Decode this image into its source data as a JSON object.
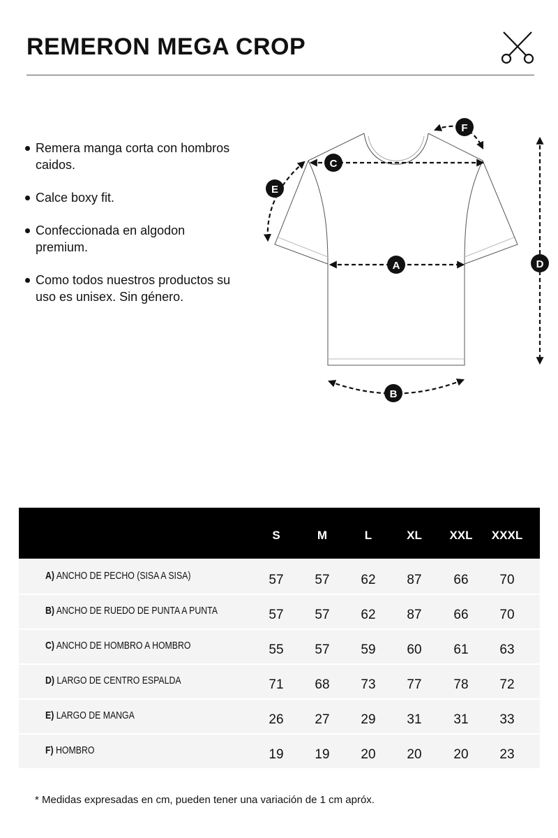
{
  "title": "REMERON MEGA CROP",
  "features": [
    "Remera manga corta con hombros caidos.",
    "Calce boxy fit.",
    "Confeccionada en algodon premium.",
    "Como todos nuestros productos su uso es unisex. Sin género."
  ],
  "diagram_labels": {
    "a": "A",
    "b": "B",
    "c": "C",
    "d": "D",
    "e": "E",
    "f": "F"
  },
  "table": {
    "sizes": [
      "S",
      "M",
      "L",
      "XL",
      "XXL",
      "XXXL"
    ],
    "rows": [
      {
        "key": "A)",
        "label": "ANCHO DE PECHO (SISA A SISA)",
        "values": [
          "57",
          "57",
          "62",
          "87",
          "66",
          "70"
        ]
      },
      {
        "key": "B)",
        "label": "ANCHO DE RUEDO DE PUNTA A PUNTA",
        "values": [
          "57",
          "57",
          "62",
          "87",
          "66",
          "70"
        ]
      },
      {
        "key": "C)",
        "label": "ANCHO DE HOMBRO A HOMBRO",
        "values": [
          "55",
          "57",
          "59",
          "60",
          "61",
          "63"
        ]
      },
      {
        "key": "D)",
        "label": "LARGO DE CENTRO ESPALDA",
        "values": [
          "71",
          "68",
          "73",
          "77",
          "78",
          "72"
        ]
      },
      {
        "key": "E)",
        "label": "LARGO DE MANGA",
        "values": [
          "26",
          "27",
          "29",
          "31",
          "31",
          "33"
        ]
      },
      {
        "key": "F)",
        "label": "HOMBRO",
        "values": [
          "19",
          "19",
          "20",
          "20",
          "20",
          "23"
        ]
      }
    ]
  },
  "note": "* Medidas expresadas en cm, pueden tener una variación de 1 cm apróx."
}
